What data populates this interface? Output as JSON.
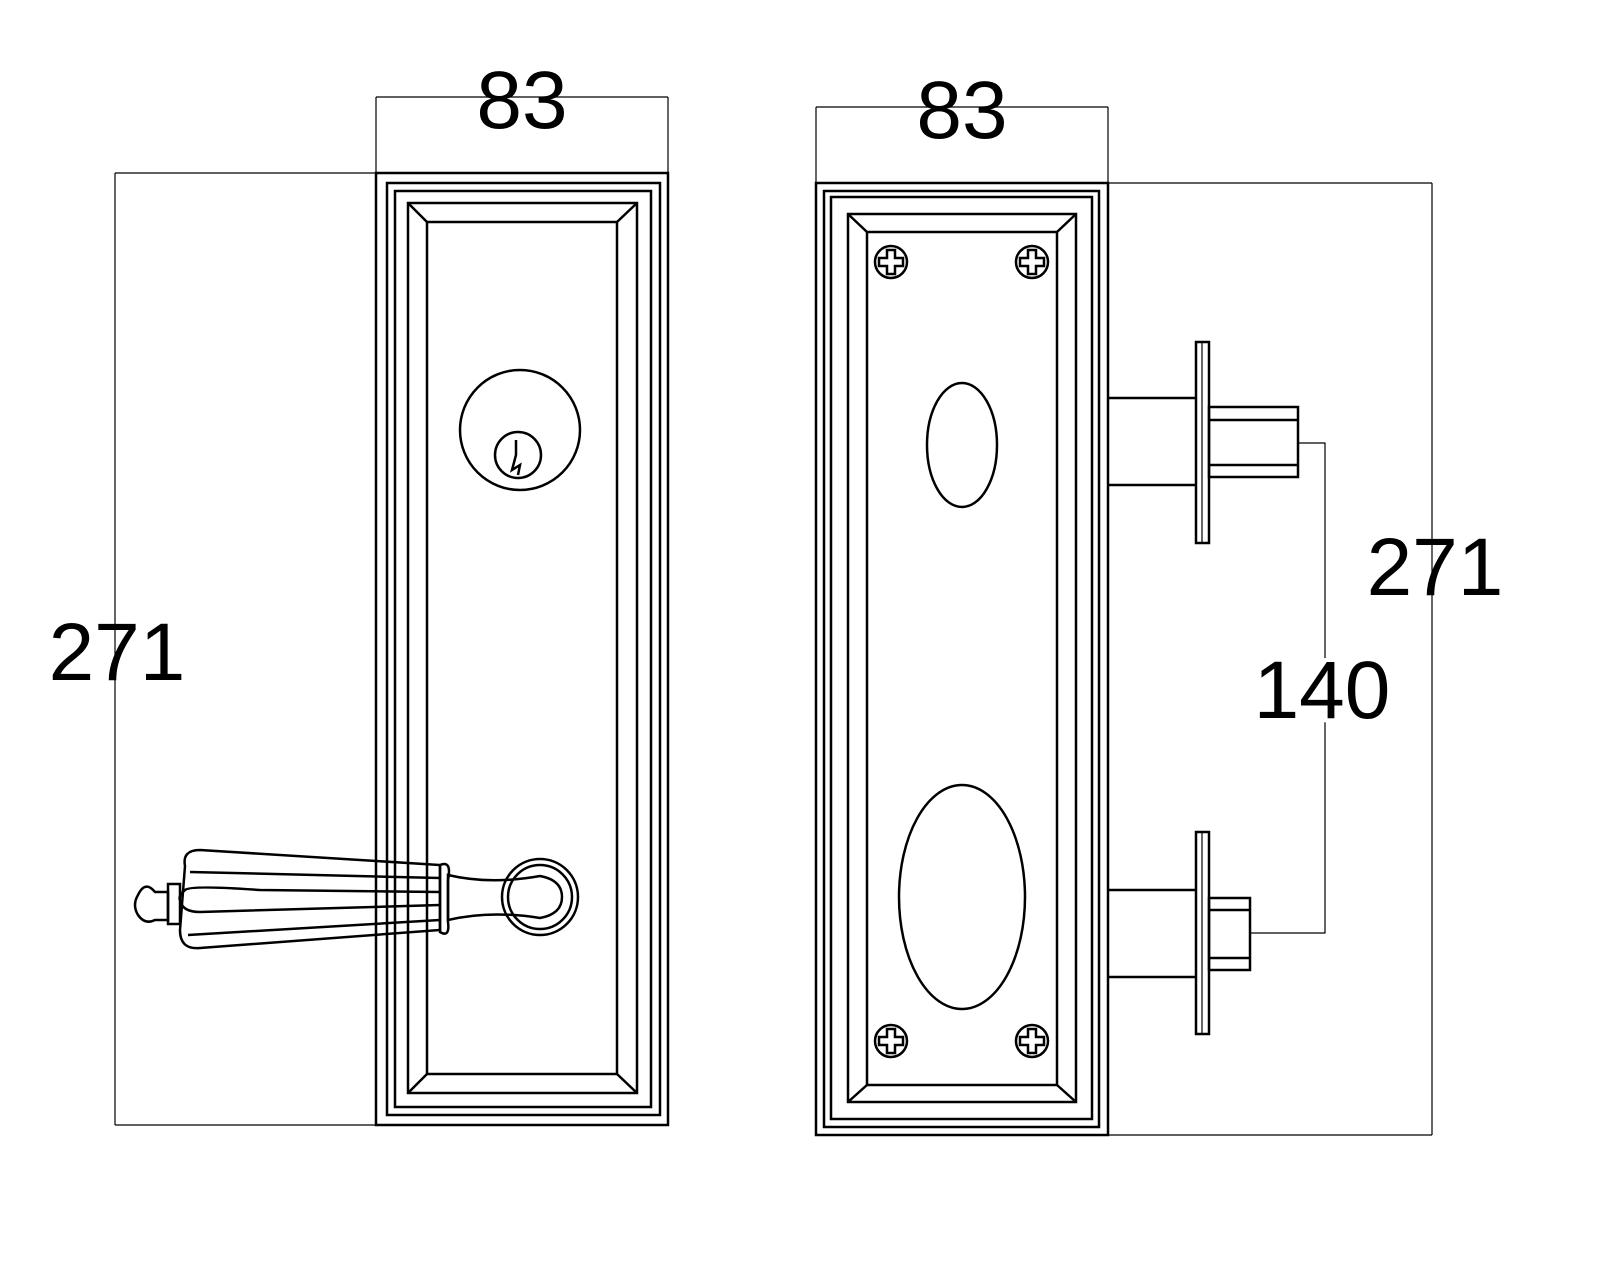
{
  "dimensions": {
    "front_width": "83",
    "back_width": "83",
    "front_height": "271",
    "back_height": "271",
    "spindle_spacing": "140"
  },
  "colors": {
    "line": "#000000",
    "background": "#ffffff"
  }
}
